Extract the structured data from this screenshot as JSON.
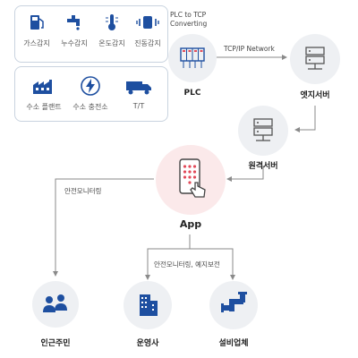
{
  "sensors": [
    {
      "label": "가스감지",
      "icon": "gas-pump-icon"
    },
    {
      "label": "누수감지",
      "icon": "faucet-icon"
    },
    {
      "label": "온도감지",
      "icon": "thermometer-icon"
    },
    {
      "label": "진동감지",
      "icon": "vibration-icon"
    }
  ],
  "facilities": [
    {
      "label": "수소 플랜트",
      "icon": "factory-icon"
    },
    {
      "label": "수소 충전소",
      "icon": "lightning-icon"
    },
    {
      "label": "T/T",
      "icon": "truck-icon"
    }
  ],
  "plc_note": "PLC to TCP\nConverting",
  "plc": {
    "label": "PLC",
    "icon": "plc-module-icon"
  },
  "network_label": "TCP/IP Network",
  "edge_server": {
    "label": "엣지서버",
    "icon": "server-icon"
  },
  "remote_server": {
    "label": "원격서버",
    "icon": "server-icon"
  },
  "app": {
    "label": "App",
    "icon": "smartphone-touch-icon"
  },
  "monitoring_label": "안전모니터링",
  "monitoring_maintenance_label": "안전모니터링, 예지보전",
  "residents": {
    "label": "인근주민",
    "icon": "people-icon"
  },
  "operator": {
    "label": "운영사",
    "icon": "building-icon"
  },
  "maintenance": {
    "label": "설비업체",
    "icon": "pipes-icon"
  },
  "colors": {
    "accent": "#1e4fa0",
    "node_bg": "#eef0f3",
    "app_bg": "#fbe9ea",
    "line": "#8a8a8a",
    "panel_border": "#c9d3df"
  }
}
